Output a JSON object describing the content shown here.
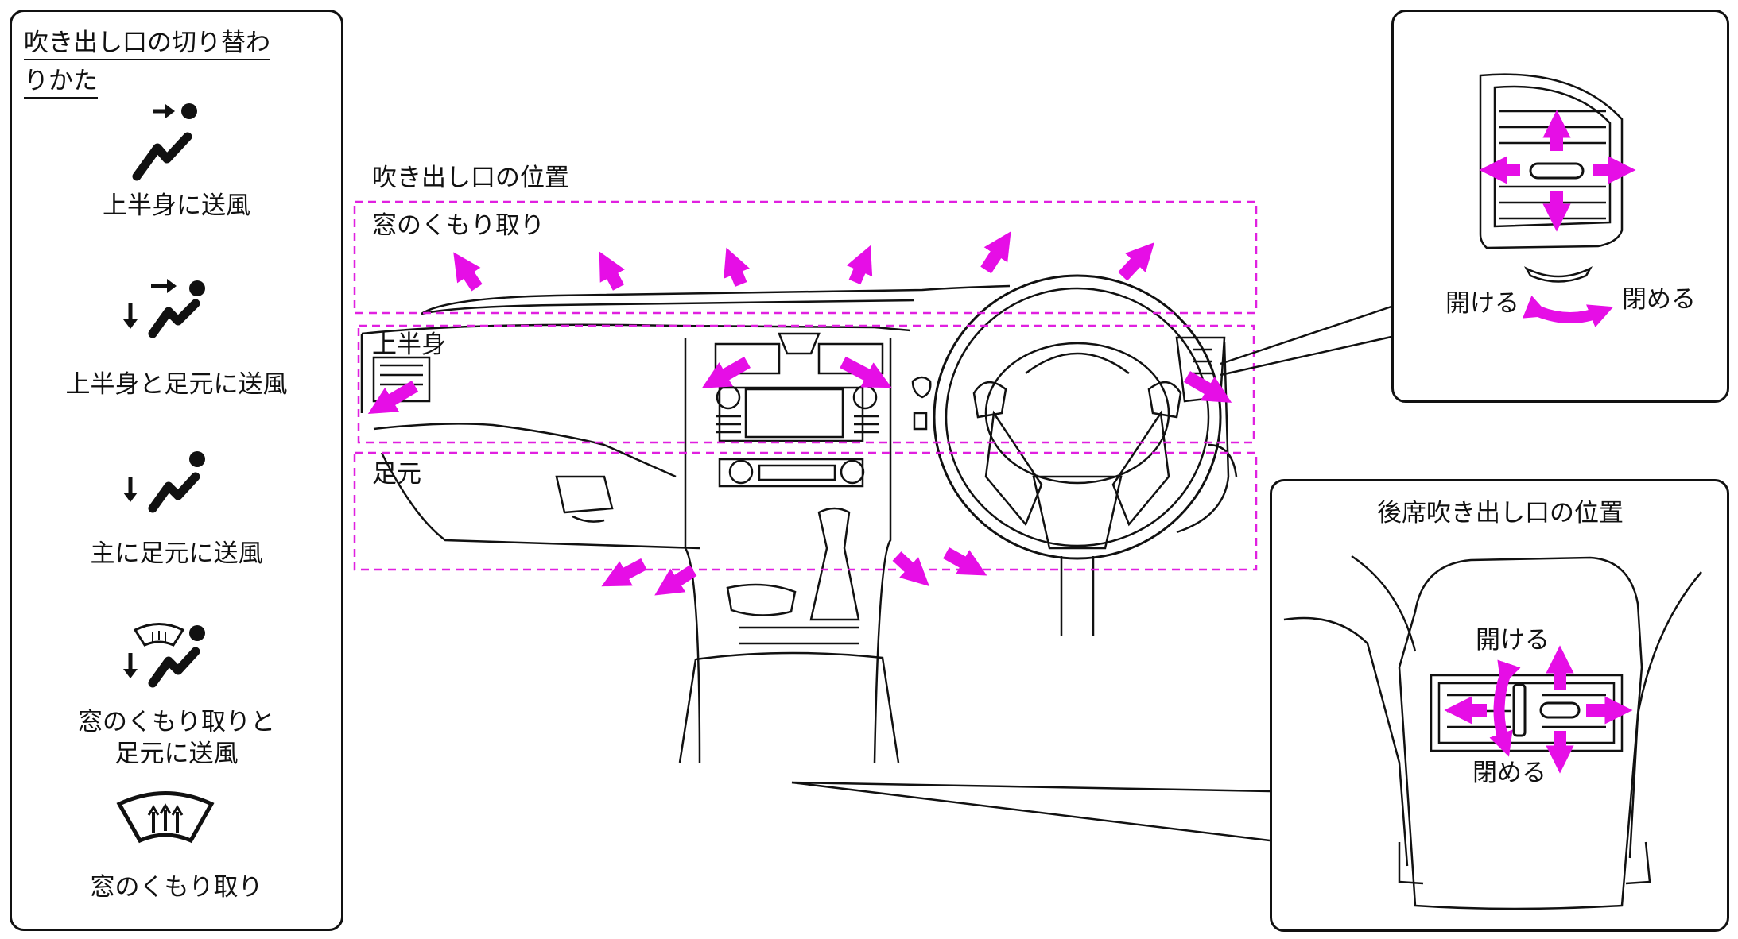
{
  "legend": {
    "title_line1": "吹き出し口の切り替わ",
    "title_line2": "りかた",
    "modes": [
      {
        "label": "上半身に送風",
        "icon": "face-vent-icon"
      },
      {
        "label": "上半身と足元に送風",
        "icon": "bilevel-vent-icon"
      },
      {
        "label": "主に足元に送風",
        "icon": "foot-vent-icon"
      },
      {
        "label_line1": "窓のくもり取りと",
        "label_line2": "足元に送風",
        "icon": "defrost-foot-vent-icon"
      },
      {
        "label": "窓のくもり取り",
        "icon": "defrost-icon"
      }
    ]
  },
  "main": {
    "heading": "吹き出し口の位置",
    "zones": {
      "defrost": "窓のくもり取り",
      "upper": "上半身",
      "foot": "足元"
    }
  },
  "front_vent_detail": {
    "open_label": "開ける",
    "close_label": "閉める"
  },
  "rear_vent_detail": {
    "title": "後席吹き出し口の位置",
    "open_label": "開ける",
    "close_label": "閉める"
  },
  "colors": {
    "arrow": "#e60ee6",
    "zone_border": "#e020e0",
    "line": "#111111"
  }
}
